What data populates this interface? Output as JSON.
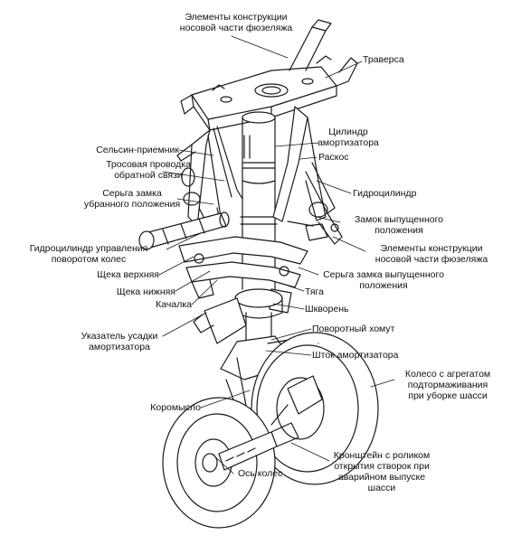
{
  "labels": {
    "fuselage_nose_top": "Элементы конструкции\nносовой части фюзеляжа",
    "traverse": "Траверса",
    "shock_cylinder": "Цилиндр\nамортизатора",
    "selsyn": "Сельсин-приемник",
    "brace": "Раскос",
    "cable_feedback": "Тросовая проводка\nобратной связи",
    "retracted_lock_link": "Серьга замка\nубранного положения",
    "hydraulic_cylinder": "Гидроцилиндр",
    "extended_lock": "Замок выпущенного\nположения",
    "steering_cylinder": "Гидроцилиндр управления\nповоротом колес",
    "fuselage_nose_mid": "Элементы конструкции\nносовой части фюзеляжа",
    "upper_cheek": "Щека верхняя",
    "extended_lock_link": "Серьга замка выпущенного\nположения",
    "lower_cheek": "Щека нижняя",
    "rod": "Тяга",
    "rocker": "Качалка",
    "king_pin": "Шкворень",
    "compression_indicator": "Указатель усадки\nамортизатора",
    "swivel_collar": "Поворотный хомут",
    "shock_rod": "Шток амортизатора",
    "wheel_brake": "Колесо с агрегатом\nподтормаживания\nпри уборке шасси",
    "lever_arm": "Коромысло",
    "axle": "Ось колес",
    "bracket_roller": "Кронштейн с роликом\nоткрытия створок при\nаварийном выпуске\nшасси"
  },
  "colors": {
    "ink": "#1a1a1a",
    "background": "#ffffff"
  }
}
